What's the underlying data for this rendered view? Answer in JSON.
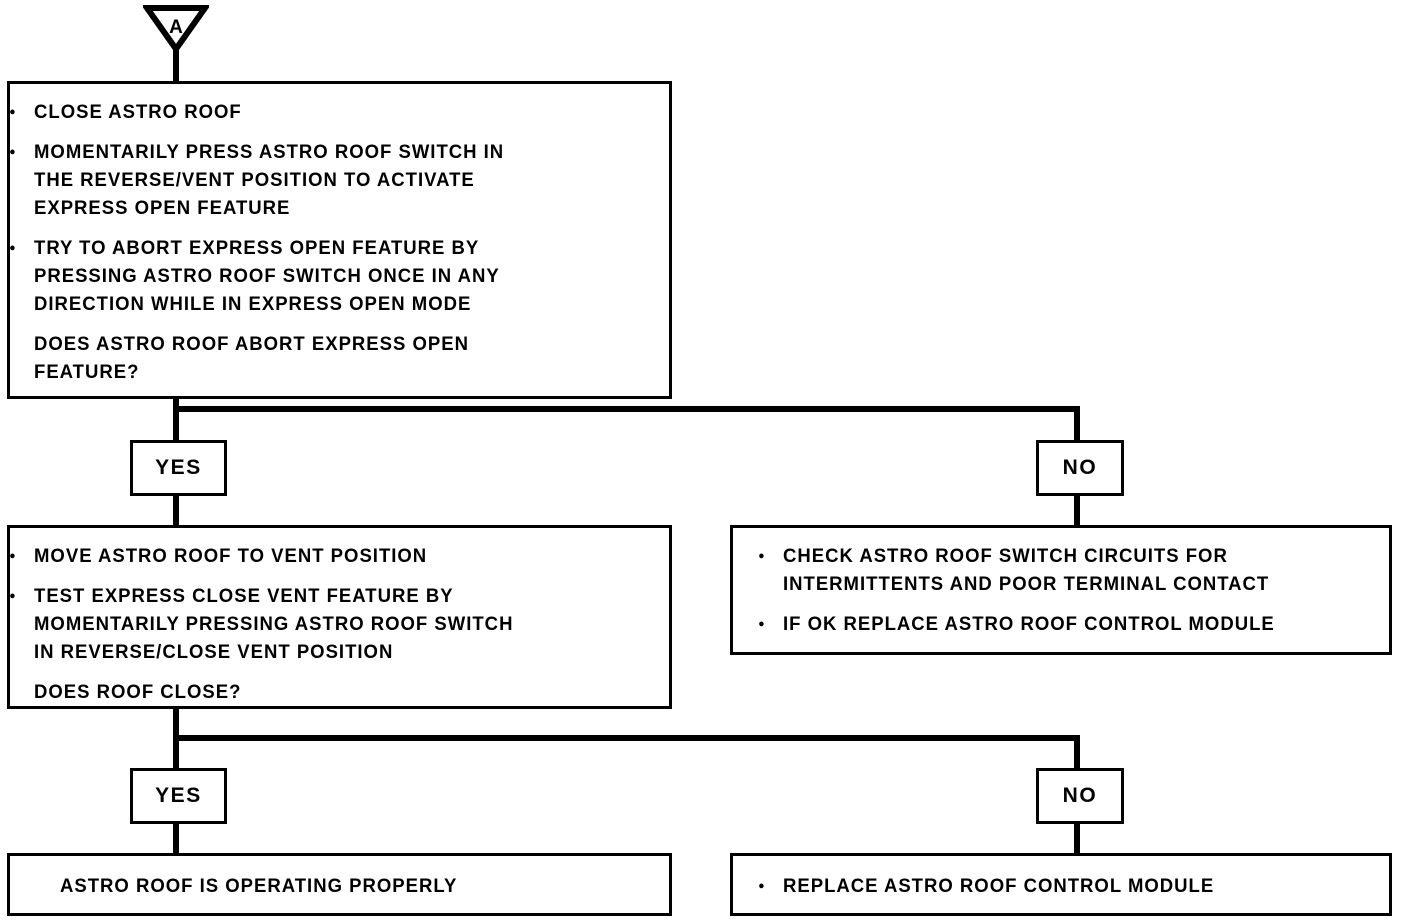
{
  "diagram": {
    "title": "Astro Roof Express Open / Express Close Diagnostic Flowchart",
    "line_color": "#000000",
    "background_color": "#ffffff",
    "connector_tag": {
      "name": "off-page-connector",
      "label": "A",
      "shape": "inverted-triangle"
    },
    "labels": {
      "yes": "YES",
      "no": "NO",
      "bullet_glyph": "●"
    },
    "boxes": {
      "step1": {
        "name": "express-open-abort-test-box",
        "paragraphs": [
          {
            "bulleted": true,
            "lines": [
              "CLOSE ASTRO ROOF"
            ]
          },
          {
            "bulleted": true,
            "lines": [
              "MOMENTARILY PRESS ASTRO ROOF SWITCH IN",
              "THE REVERSE/VENT POSITION TO ACTIVATE",
              "EXPRESS OPEN FEATURE"
            ]
          },
          {
            "bulleted": true,
            "lines": [
              "TRY TO ABORT EXPRESS OPEN FEATURE BY",
              "PRESSING ASTRO ROOF SWITCH ONCE IN ANY",
              "DIRECTION WHILE IN EXPRESS OPEN MODE"
            ]
          },
          {
            "bulleted": false,
            "lines": [
              "DOES ASTRO ROOF ABORT EXPRESS OPEN",
              "FEATURE?"
            ]
          }
        ]
      },
      "step2_left": {
        "name": "express-close-vent-test-box",
        "paragraphs": [
          {
            "bulleted": true,
            "lines": [
              "MOVE ASTRO ROOF TO VENT POSITION"
            ]
          },
          {
            "bulleted": true,
            "lines": [
              "TEST EXPRESS CLOSE VENT FEATURE BY",
              "MOMENTARILY PRESSING ASTRO ROOF SWITCH",
              "IN REVERSE/CLOSE VENT POSITION"
            ]
          },
          {
            "bulleted": false,
            "lines": [
              "DOES ROOF CLOSE?"
            ]
          }
        ]
      },
      "step2_right": {
        "name": "check-switch-circuits-box",
        "paragraphs": [
          {
            "bulleted": true,
            "lines": [
              "CHECK ASTRO ROOF SWITCH CIRCUITS FOR",
              "INTERMITTENTS AND POOR TERMINAL CONTACT"
            ]
          },
          {
            "bulleted": true,
            "lines": [
              "IF OK REPLACE ASTRO ROOF CONTROL MODULE"
            ]
          }
        ]
      },
      "result_left": {
        "name": "roof-operating-properly-box",
        "paragraphs": [
          {
            "bulleted": false,
            "lines": [
              "ASTRO ROOF IS OPERATING PROPERLY"
            ]
          }
        ]
      },
      "result_right": {
        "name": "replace-control-module-box",
        "paragraphs": [
          {
            "bulleted": true,
            "lines": [
              "REPLACE ASTRO ROOF CONTROL MODULE"
            ]
          }
        ]
      }
    }
  }
}
